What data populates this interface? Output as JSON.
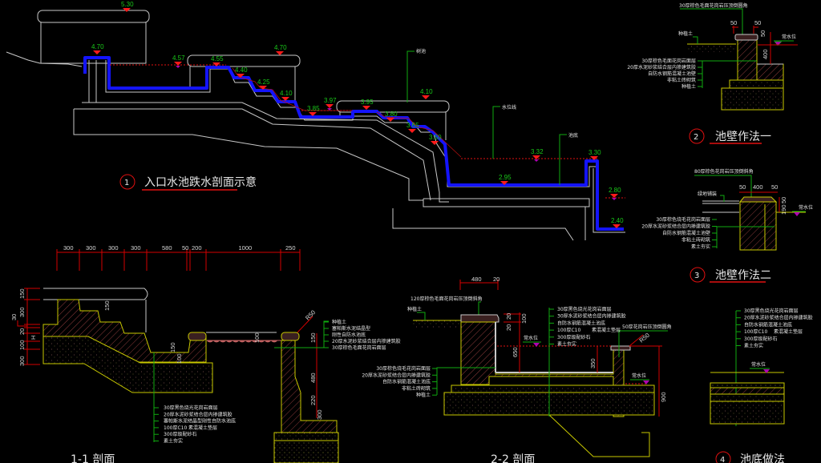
{
  "drawing": {
    "colors": {
      "background": "#000000",
      "outline": "#c8c8c8",
      "water_channel": "#1414ff",
      "level_marker": "#ff1a1a",
      "water_marker": "#b000b0",
      "level_text": "#19c819",
      "leader": "#0faa0f",
      "dimension": "#d40000",
      "layer": "#c8c800",
      "hatch": "#a05050"
    },
    "section1": {
      "number": "1",
      "title": "入口水池跌水剖面示意",
      "levels": [
        "5.30",
        "4.70",
        "4.57",
        "4.55",
        "4.70",
        "4.40",
        "4.25",
        "4.10",
        "3.85",
        "3.97",
        "3.95",
        "4.10",
        "3.80",
        "3.65",
        "3.50",
        "3.32",
        "3.30",
        "2.95",
        "2.80",
        "2.40"
      ],
      "labels": {
        "pool": "树池",
        "water_line": "水位线",
        "pool_bottom": "池底"
      }
    },
    "section2": {
      "number": "2",
      "title": "池壁作法一",
      "top_note": "30厚棕色毛面花岗岩压顶倒圆角",
      "dims": [
        "50",
        "50",
        "50",
        "400"
      ],
      "soil": "种植土",
      "water_level": "常水位",
      "layers": [
        "30厚棕色毛面花岗岩面层",
        "20厚水泥砂浆结合层内掺建筑胶",
        "自防水钢筋混凝土池壁",
        "非粘土砖砌筑",
        "种植土"
      ]
    },
    "section3": {
      "number": "3",
      "title": "池壁作法二",
      "top_note": "80厚棕色花岗岩压顶倒斜角",
      "dims": [
        "50",
        "400",
        "50",
        "50",
        "190"
      ],
      "edge": "绿地铺装",
      "water_level": "常水位",
      "layers": [
        "30厚棕色烧毛花岗岩面层",
        "20厚水泥砂浆结合层内掺建筑胶",
        "自防水钢筋混凝土池壁",
        "非粘土砖砌筑",
        "素土夯实"
      ]
    },
    "section4": {
      "number": "4",
      "title": "池底做法",
      "water_level": "常水位",
      "layers": [
        "30厚黑色烧光花岗岩面层",
        "20厚水泥砂浆结合层内掺建筑胶",
        "自防水钢筋混凝土池底",
        "100厚C10",
        "素混凝土垫层",
        "300厚级配砂石",
        "素土夯实"
      ]
    },
    "sectionA": {
      "title": "1-1 剖面",
      "top_dims": [
        "300",
        "300",
        "300",
        "300",
        "580",
        "50",
        "200",
        "1000",
        "250"
      ],
      "left_dims": [
        "150",
        "300",
        "30",
        "20",
        "H",
        "100",
        "300"
      ],
      "inner_dims": [
        "150",
        "150",
        "100",
        "100",
        "150",
        "480",
        "220",
        "300"
      ],
      "radius": "R50",
      "bottom_layers": [
        "30厚黑色烧光花岗岩面层",
        "20厚水泥砂浆结合层内掺建筑胶",
        "塞帕斯水泥结晶型刚性自防水池底",
        "100厚C10",
        "素混凝土垫层",
        "300厚级配砂石",
        "素土夯实"
      ],
      "right_layers": [
        "种植土",
        "塞帕斯水泥结晶型",
        "刚性自防水池底",
        "20厚水泥砂浆结合层内掺建筑胶",
        "30厚棕色毛面花岗岩面层"
      ]
    },
    "sectionB": {
      "title": "2-2 剖面",
      "top_dims": [
        "480",
        "20"
      ],
      "top_note": "120厚棕色毛面花岗岩压顶倒斜角",
      "soil": "种植土",
      "v_dims": [
        "20",
        "20",
        "100",
        "650",
        "350",
        "900"
      ],
      "radius": "R50",
      "water_level": "常水位",
      "right_note": "50厚花岗岩压顶倒圆角",
      "bottom_layers": [
        "30厚黑色烧光花岗岩面层",
        "30厚水泥砂浆结合层内掺建筑胶",
        "自防水钢筋混凝土池底",
        "100厚C10",
        "素混凝土垫层",
        "300厚级配砂石",
        "素土夯实"
      ],
      "wall_layers": [
        "30厚棕色烧毛花岗岩面层",
        "20厚水泥砂浆结合层内掺建筑胶",
        "自防水钢筋混凝土池底",
        "非粘土砖砌筑",
        "种植土"
      ]
    }
  }
}
